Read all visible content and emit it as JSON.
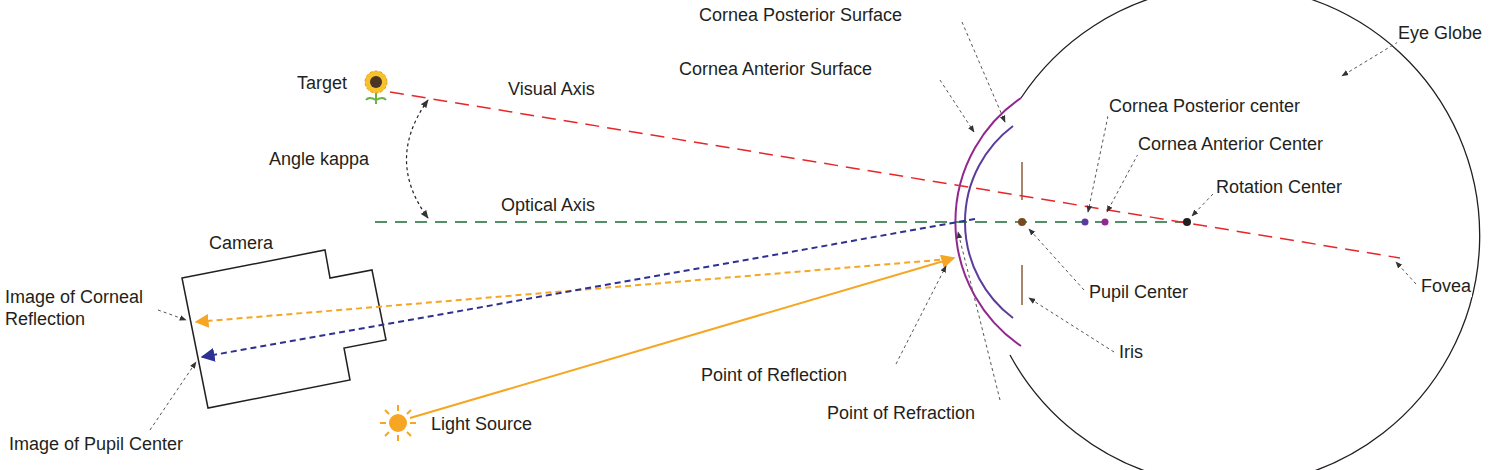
{
  "diagram": {
    "labels": [
      "Target",
      "Visual Axis",
      "Angle kappa",
      "Optical Axis",
      "Camera",
      "Image of Corneal Reflection",
      "Image of Pupil Center",
      "Light Source",
      "Point of Reflection",
      "Point of Refraction",
      "Cornea Posterior Surface",
      "Cornea Anterior Surface",
      "Cornea Posterior center",
      "Cornea Anterior Center",
      "Rotation Center",
      "Eye Globe",
      "Pupil Center",
      "Iris",
      "Fovea"
    ]
  }
}
